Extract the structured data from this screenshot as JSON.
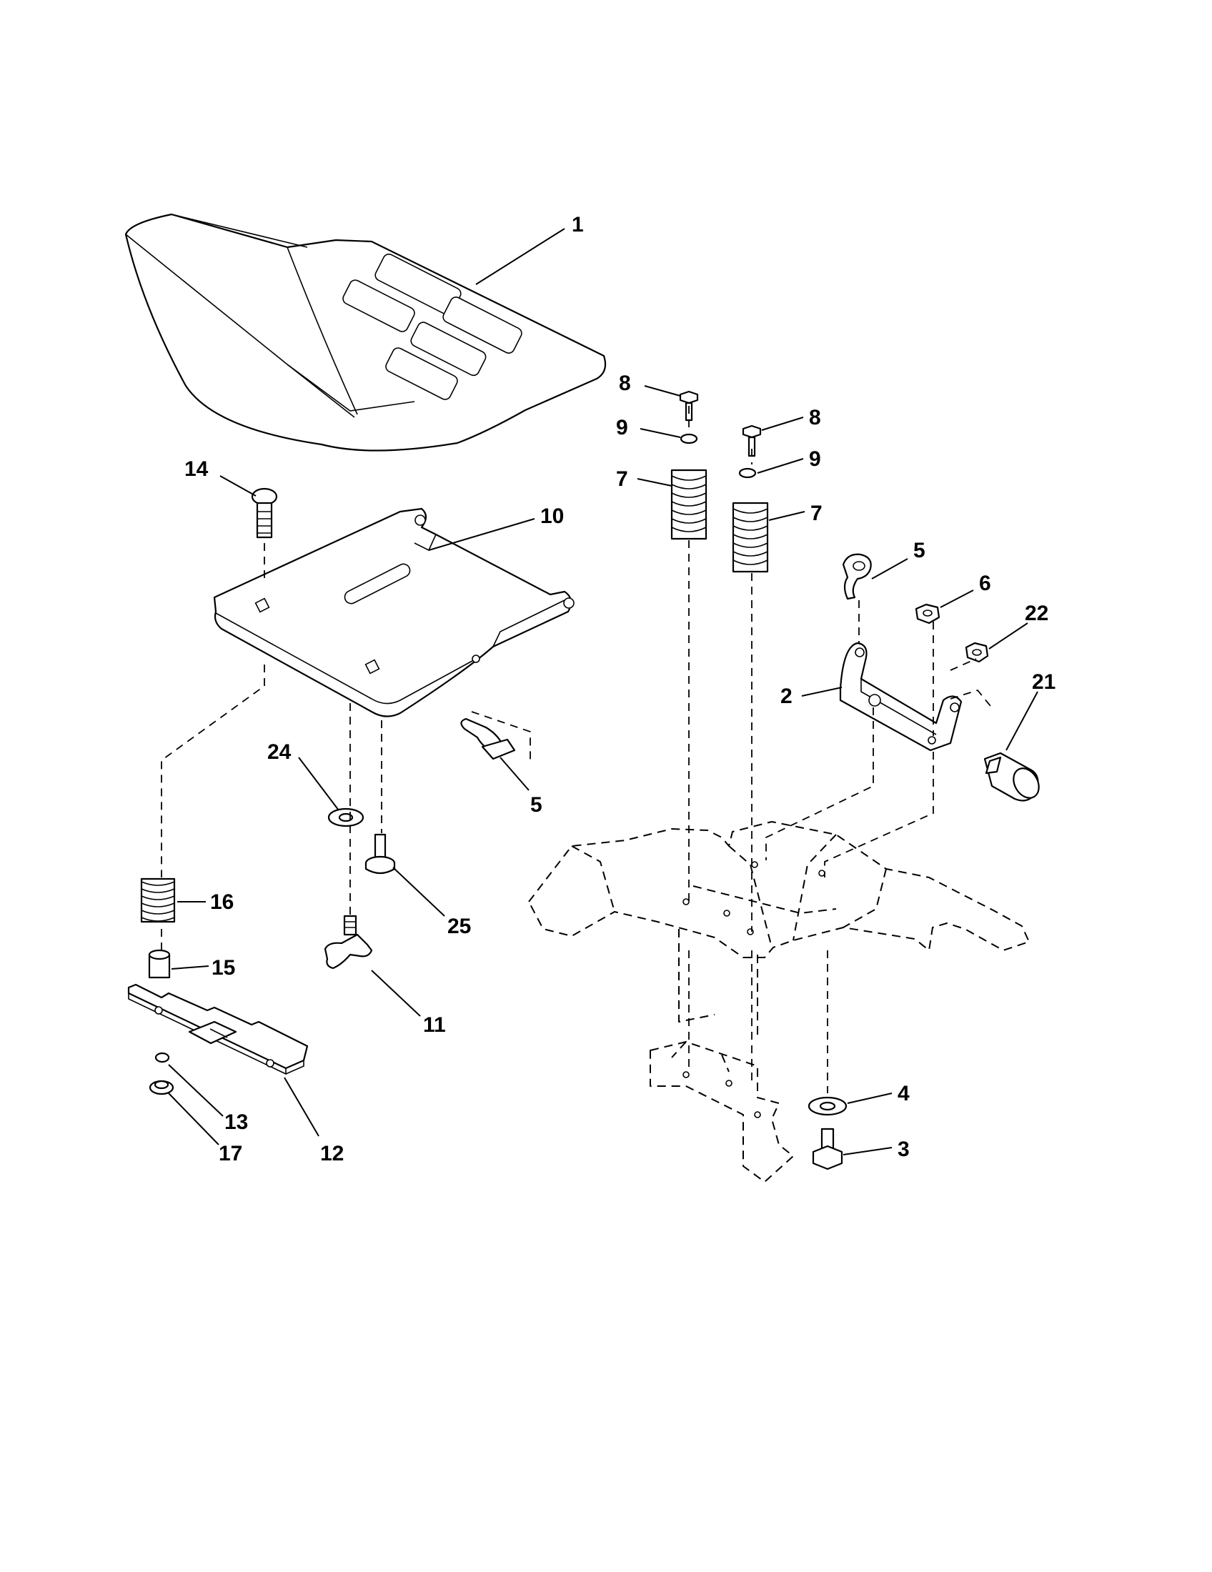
{
  "callouts": [
    {
      "id": "c1",
      "label": "1"
    },
    {
      "id": "c2",
      "label": "2"
    },
    {
      "id": "c3",
      "label": "3"
    },
    {
      "id": "c4",
      "label": "4"
    },
    {
      "id": "c5a",
      "label": "5"
    },
    {
      "id": "c5b",
      "label": "5"
    },
    {
      "id": "c6",
      "label": "6"
    },
    {
      "id": "c7a",
      "label": "7"
    },
    {
      "id": "c7b",
      "label": "7"
    },
    {
      "id": "c8a",
      "label": "8"
    },
    {
      "id": "c8b",
      "label": "8"
    },
    {
      "id": "c9a",
      "label": "9"
    },
    {
      "id": "c9b",
      "label": "9"
    },
    {
      "id": "c10",
      "label": "10"
    },
    {
      "id": "c11",
      "label": "11"
    },
    {
      "id": "c12",
      "label": "12"
    },
    {
      "id": "c13",
      "label": "13"
    },
    {
      "id": "c14",
      "label": "14"
    },
    {
      "id": "c15",
      "label": "15"
    },
    {
      "id": "c16",
      "label": "16"
    },
    {
      "id": "c17",
      "label": "17"
    },
    {
      "id": "c21",
      "label": "21"
    },
    {
      "id": "c22",
      "label": "22"
    },
    {
      "id": "c24",
      "label": "24"
    },
    {
      "id": "c25",
      "label": "25"
    }
  ]
}
